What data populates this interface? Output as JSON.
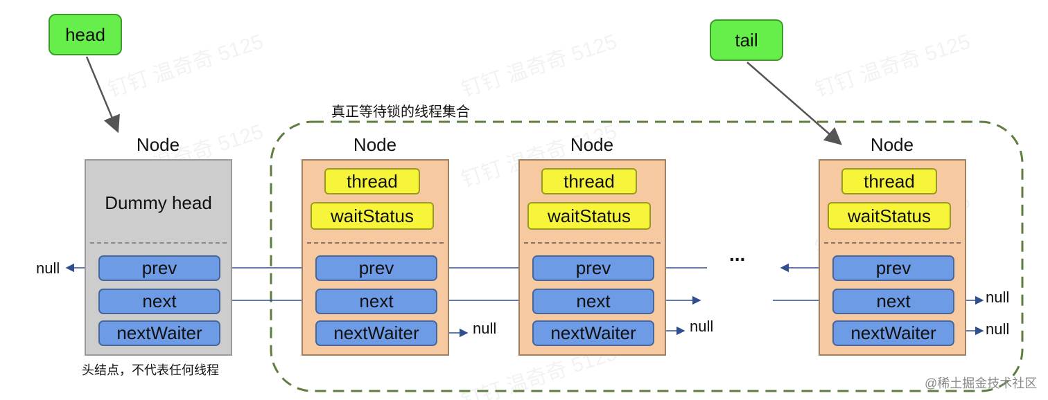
{
  "pointers": {
    "head": "head",
    "tail": "tail"
  },
  "group_title": "真正等待锁的线程集合",
  "node_label": "Node",
  "dummy": {
    "title": "Dummy head",
    "caption": "头结点，不代表任何线程"
  },
  "fields": {
    "thread": "thread",
    "waitStatus": "waitStatus",
    "prev": "prev",
    "next": "next",
    "nextWaiter": "nextWaiter"
  },
  "null_label": "null",
  "ellipsis": "...",
  "watermark": "钉钉  温奇奇 5125",
  "credit": "@稀土掘金技术社区"
}
